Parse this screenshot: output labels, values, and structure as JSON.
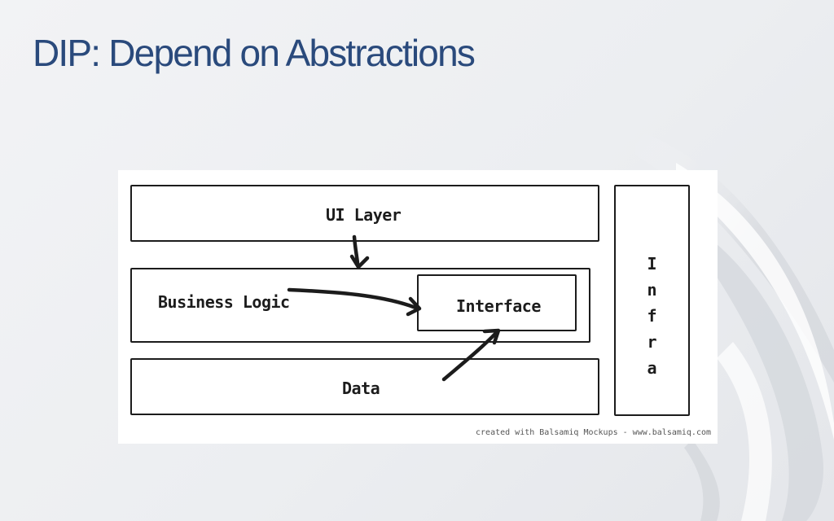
{
  "slide": {
    "title": "DIP: Depend on Abstractions"
  },
  "diagram": {
    "ui_layer_label": "UI Layer",
    "business_logic_label": "Business Logic",
    "interface_label": "Interface",
    "data_label": "Data",
    "infra_letters": [
      "I",
      "n",
      "f",
      "r",
      "a"
    ],
    "credit": "created with Balsamiq Mockups - www.balsamiq.com"
  },
  "colors": {
    "title": "#2a4a7c",
    "ink": "#1c1c1c",
    "panel": "#ffffff"
  }
}
